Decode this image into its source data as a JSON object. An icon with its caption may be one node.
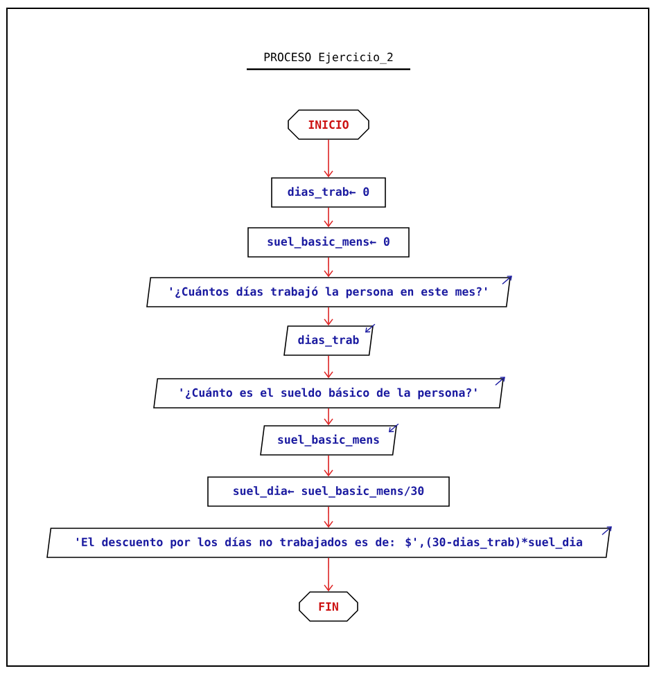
{
  "diagram": {
    "title": "PROCESO Ejercicio_2",
    "nodes": [
      {
        "text": [
          "INICIO"
        ]
      },
      {
        "text": [
          "dias_trab← 0"
        ]
      },
      {
        "text": [
          "suel_basic_mens← 0"
        ]
      },
      {
        "text": [
          "'¿Cuántos días trabajó la persona en este mes?'"
        ]
      },
      {
        "text": [
          "dias_trab"
        ]
      },
      {
        "text": [
          "'¿Cuánto es el sueldo básico de la persona?'"
        ]
      },
      {
        "text": [
          "suel_basic_mens"
        ]
      },
      {
        "text": [
          "suel_dia← suel_basic_mens/30"
        ]
      },
      {
        "text": [
          "'El descuento por los días no trabajados es de: $',(30-dias_trab)*suel_dia"
        ]
      },
      {
        "text": [
          "FIN"
        ]
      }
    ],
    "edges": [
      {
        "from": 0,
        "to": 1,
        "arrow": "to"
      },
      {
        "from": 1,
        "to": 2,
        "arrow": "to"
      },
      {
        "from": 2,
        "to": 3,
        "arrow": "to"
      },
      {
        "from": 3,
        "to": 4,
        "arrow": "to"
      },
      {
        "from": 4,
        "to": 5,
        "arrow": "to"
      },
      {
        "from": 5,
        "to": 6,
        "arrow": "to"
      },
      {
        "from": 6,
        "to": 7,
        "arrow": "to"
      },
      {
        "from": 7,
        "to": 8,
        "arrow": "to"
      },
      {
        "from": 8,
        "to": 9,
        "arrow": "to"
      }
    ]
  }
}
